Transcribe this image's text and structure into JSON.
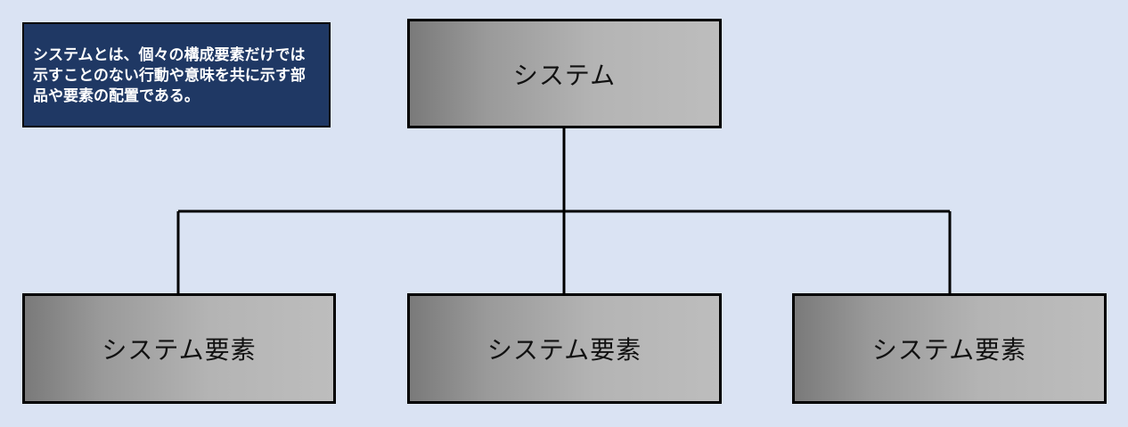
{
  "note": {
    "text": "システムとは、個々の構成要素だけでは示すことのない行動や意味を共に示す部品や要素の配置である。"
  },
  "hierarchy": {
    "root": {
      "label": "システム"
    },
    "children": [
      {
        "label": "システム要素"
      },
      {
        "label": "システム要素"
      },
      {
        "label": "システム要素"
      }
    ]
  },
  "colors": {
    "background": "#dae3f3",
    "note_fill": "#1f3864",
    "note_text": "#ffffff",
    "box_gradient_dark": "#7a7a7a",
    "box_gradient_light": "#bdbdbd",
    "outline": "#000000"
  }
}
